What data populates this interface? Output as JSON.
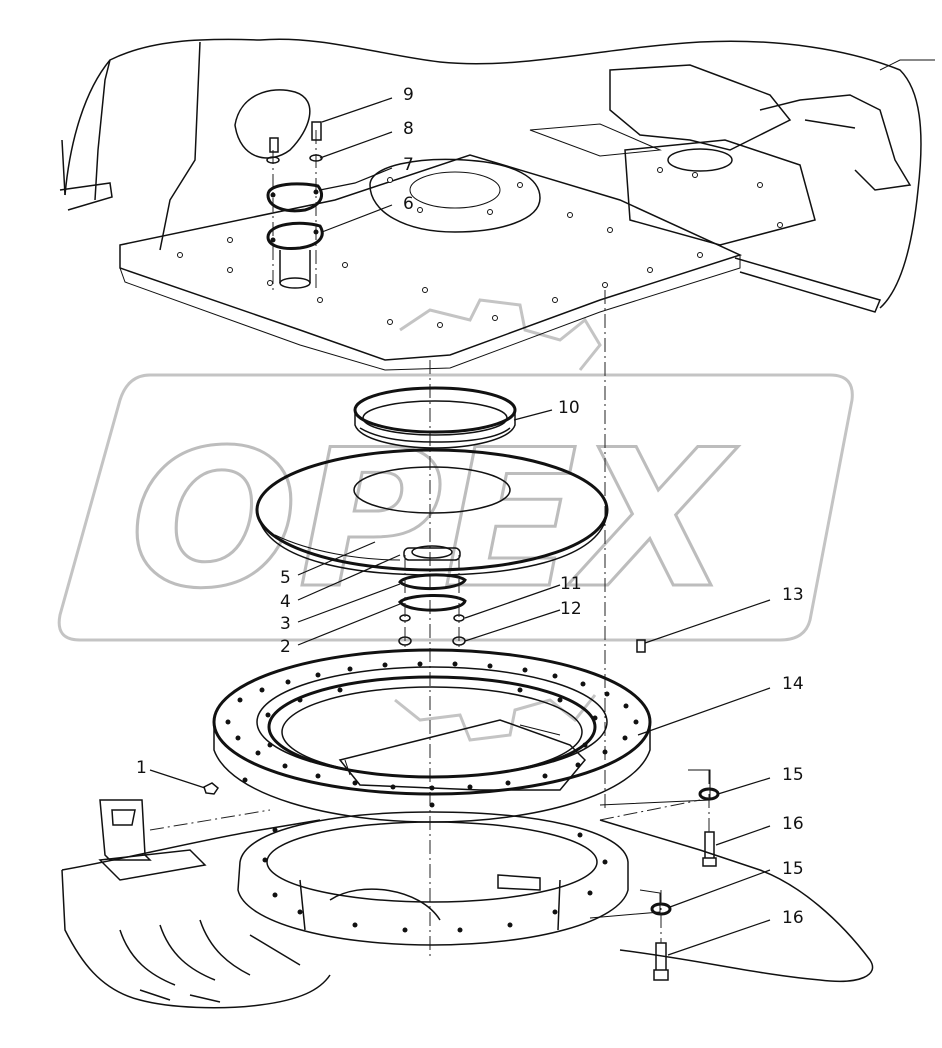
{
  "watermark": {
    "text": "OPEX"
  },
  "callouts": [
    {
      "id": "1",
      "label": "1"
    },
    {
      "id": "2",
      "label": "2"
    },
    {
      "id": "3",
      "label": "3"
    },
    {
      "id": "4",
      "label": "4"
    },
    {
      "id": "5",
      "label": "5"
    },
    {
      "id": "6",
      "label": "6"
    },
    {
      "id": "7",
      "label": "7"
    },
    {
      "id": "8",
      "label": "8"
    },
    {
      "id": "9",
      "label": "9"
    },
    {
      "id": "10",
      "label": "10"
    },
    {
      "id": "11",
      "label": "11"
    },
    {
      "id": "12",
      "label": "12"
    },
    {
      "id": "13",
      "label": "13"
    },
    {
      "id": "14",
      "label": "14"
    },
    {
      "id": "15a",
      "label": "15"
    },
    {
      "id": "16a",
      "label": "16"
    },
    {
      "id": "15b",
      "label": "15"
    },
    {
      "id": "16b",
      "label": "16"
    }
  ]
}
